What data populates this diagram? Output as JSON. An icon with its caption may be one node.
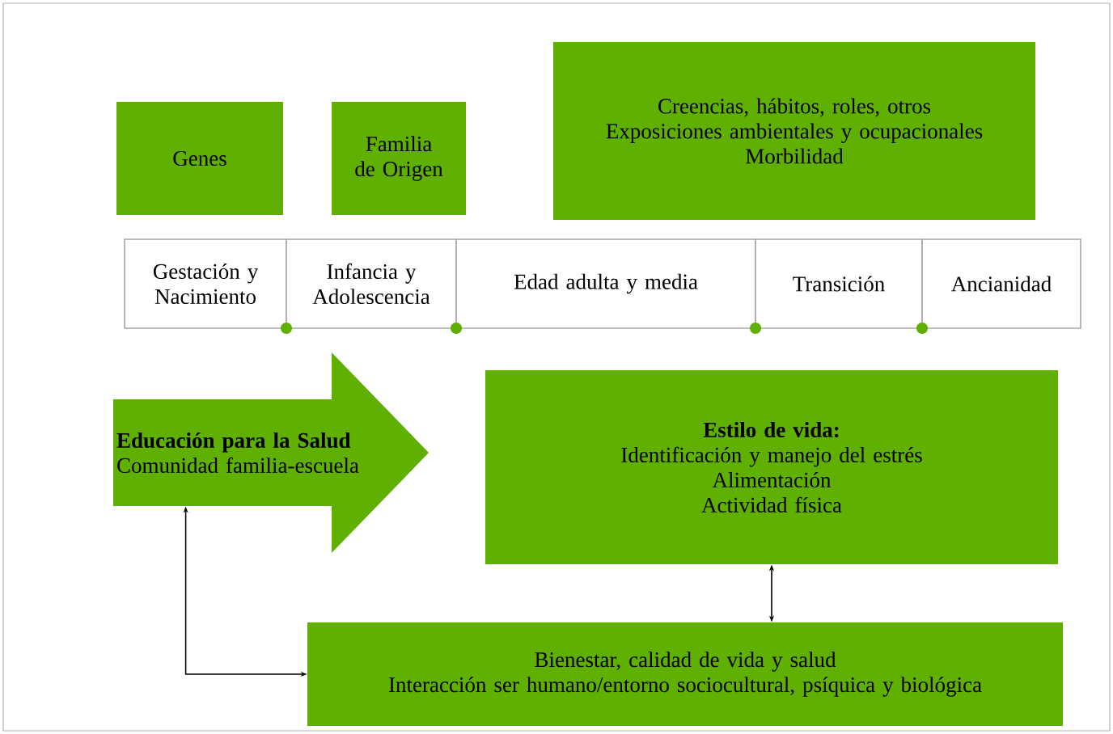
{
  "diagram": {
    "nodes": [
      {
        "text": [
          "Genes"
        ]
      },
      {
        "text": [
          "Familia de Origen"
        ]
      },
      {
        "text": [
          "Creencias, hábitos, roles, otros",
          "Exposiciones ambientales y ocupacionales",
          "Morbilidad"
        ]
      },
      {
        "text": [
          "Gestación y Nacimiento"
        ]
      },
      {
        "text": [
          "Infancia y Adolescencia"
        ]
      },
      {
        "text": [
          "Edad adulta y media"
        ]
      },
      {
        "text": [
          "Transición"
        ]
      },
      {
        "text": [
          "Ancianidad"
        ]
      },
      {
        "text": [
          "Educación para la Salud",
          "Comunidad familia-escuela"
        ]
      },
      {
        "text": [
          "Estilo de vida:",
          "Identificación y manejo del estrés",
          "Alimentación",
          "Actividad física"
        ]
      },
      {
        "text": [
          "Bienestar, calidad de vida y salud",
          "Interacción ser humano/entorno sociocultural, psíquica y biológica"
        ]
      }
    ],
    "edges": [
      {
        "from": 8,
        "to": 10,
        "arrow": "both"
      },
      {
        "from": 9,
        "to": 10,
        "arrow": "both"
      }
    ]
  }
}
